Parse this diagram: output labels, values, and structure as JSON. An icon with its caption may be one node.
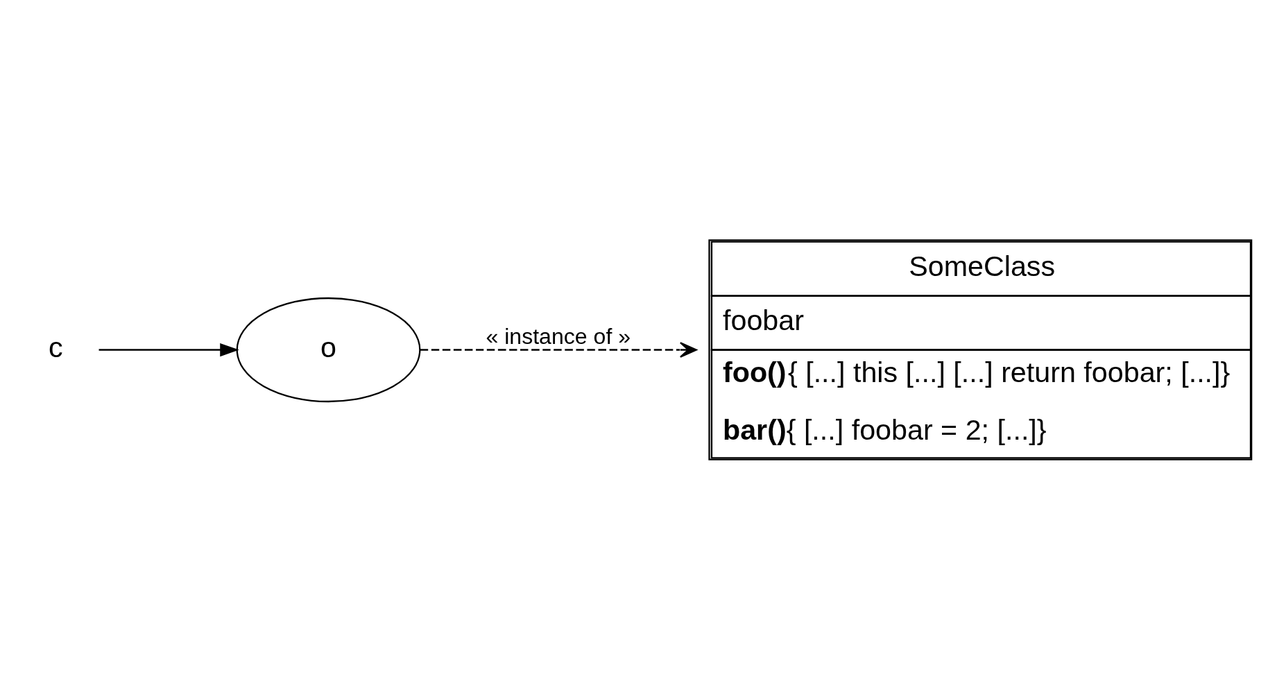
{
  "diagram": {
    "nodes": [
      {
        "text": [
          "c"
        ]
      },
      {
        "text": [
          "o"
        ]
      },
      {
        "text": [
          "SomeClass",
          "foobar",
          "**foo()**{ [...] this [...] [...] return foobar; [...]}",
          "**bar()**{ [...] foobar = 2; [...]}"
        ]
      }
    ],
    "edges": [
      {
        "from": 0,
        "to": 1,
        "arrow": "to"
      },
      {
        "from": 1,
        "to": 2,
        "arrow": "to",
        "label": "« instance of »",
        "style": "dashed"
      }
    ]
  }
}
